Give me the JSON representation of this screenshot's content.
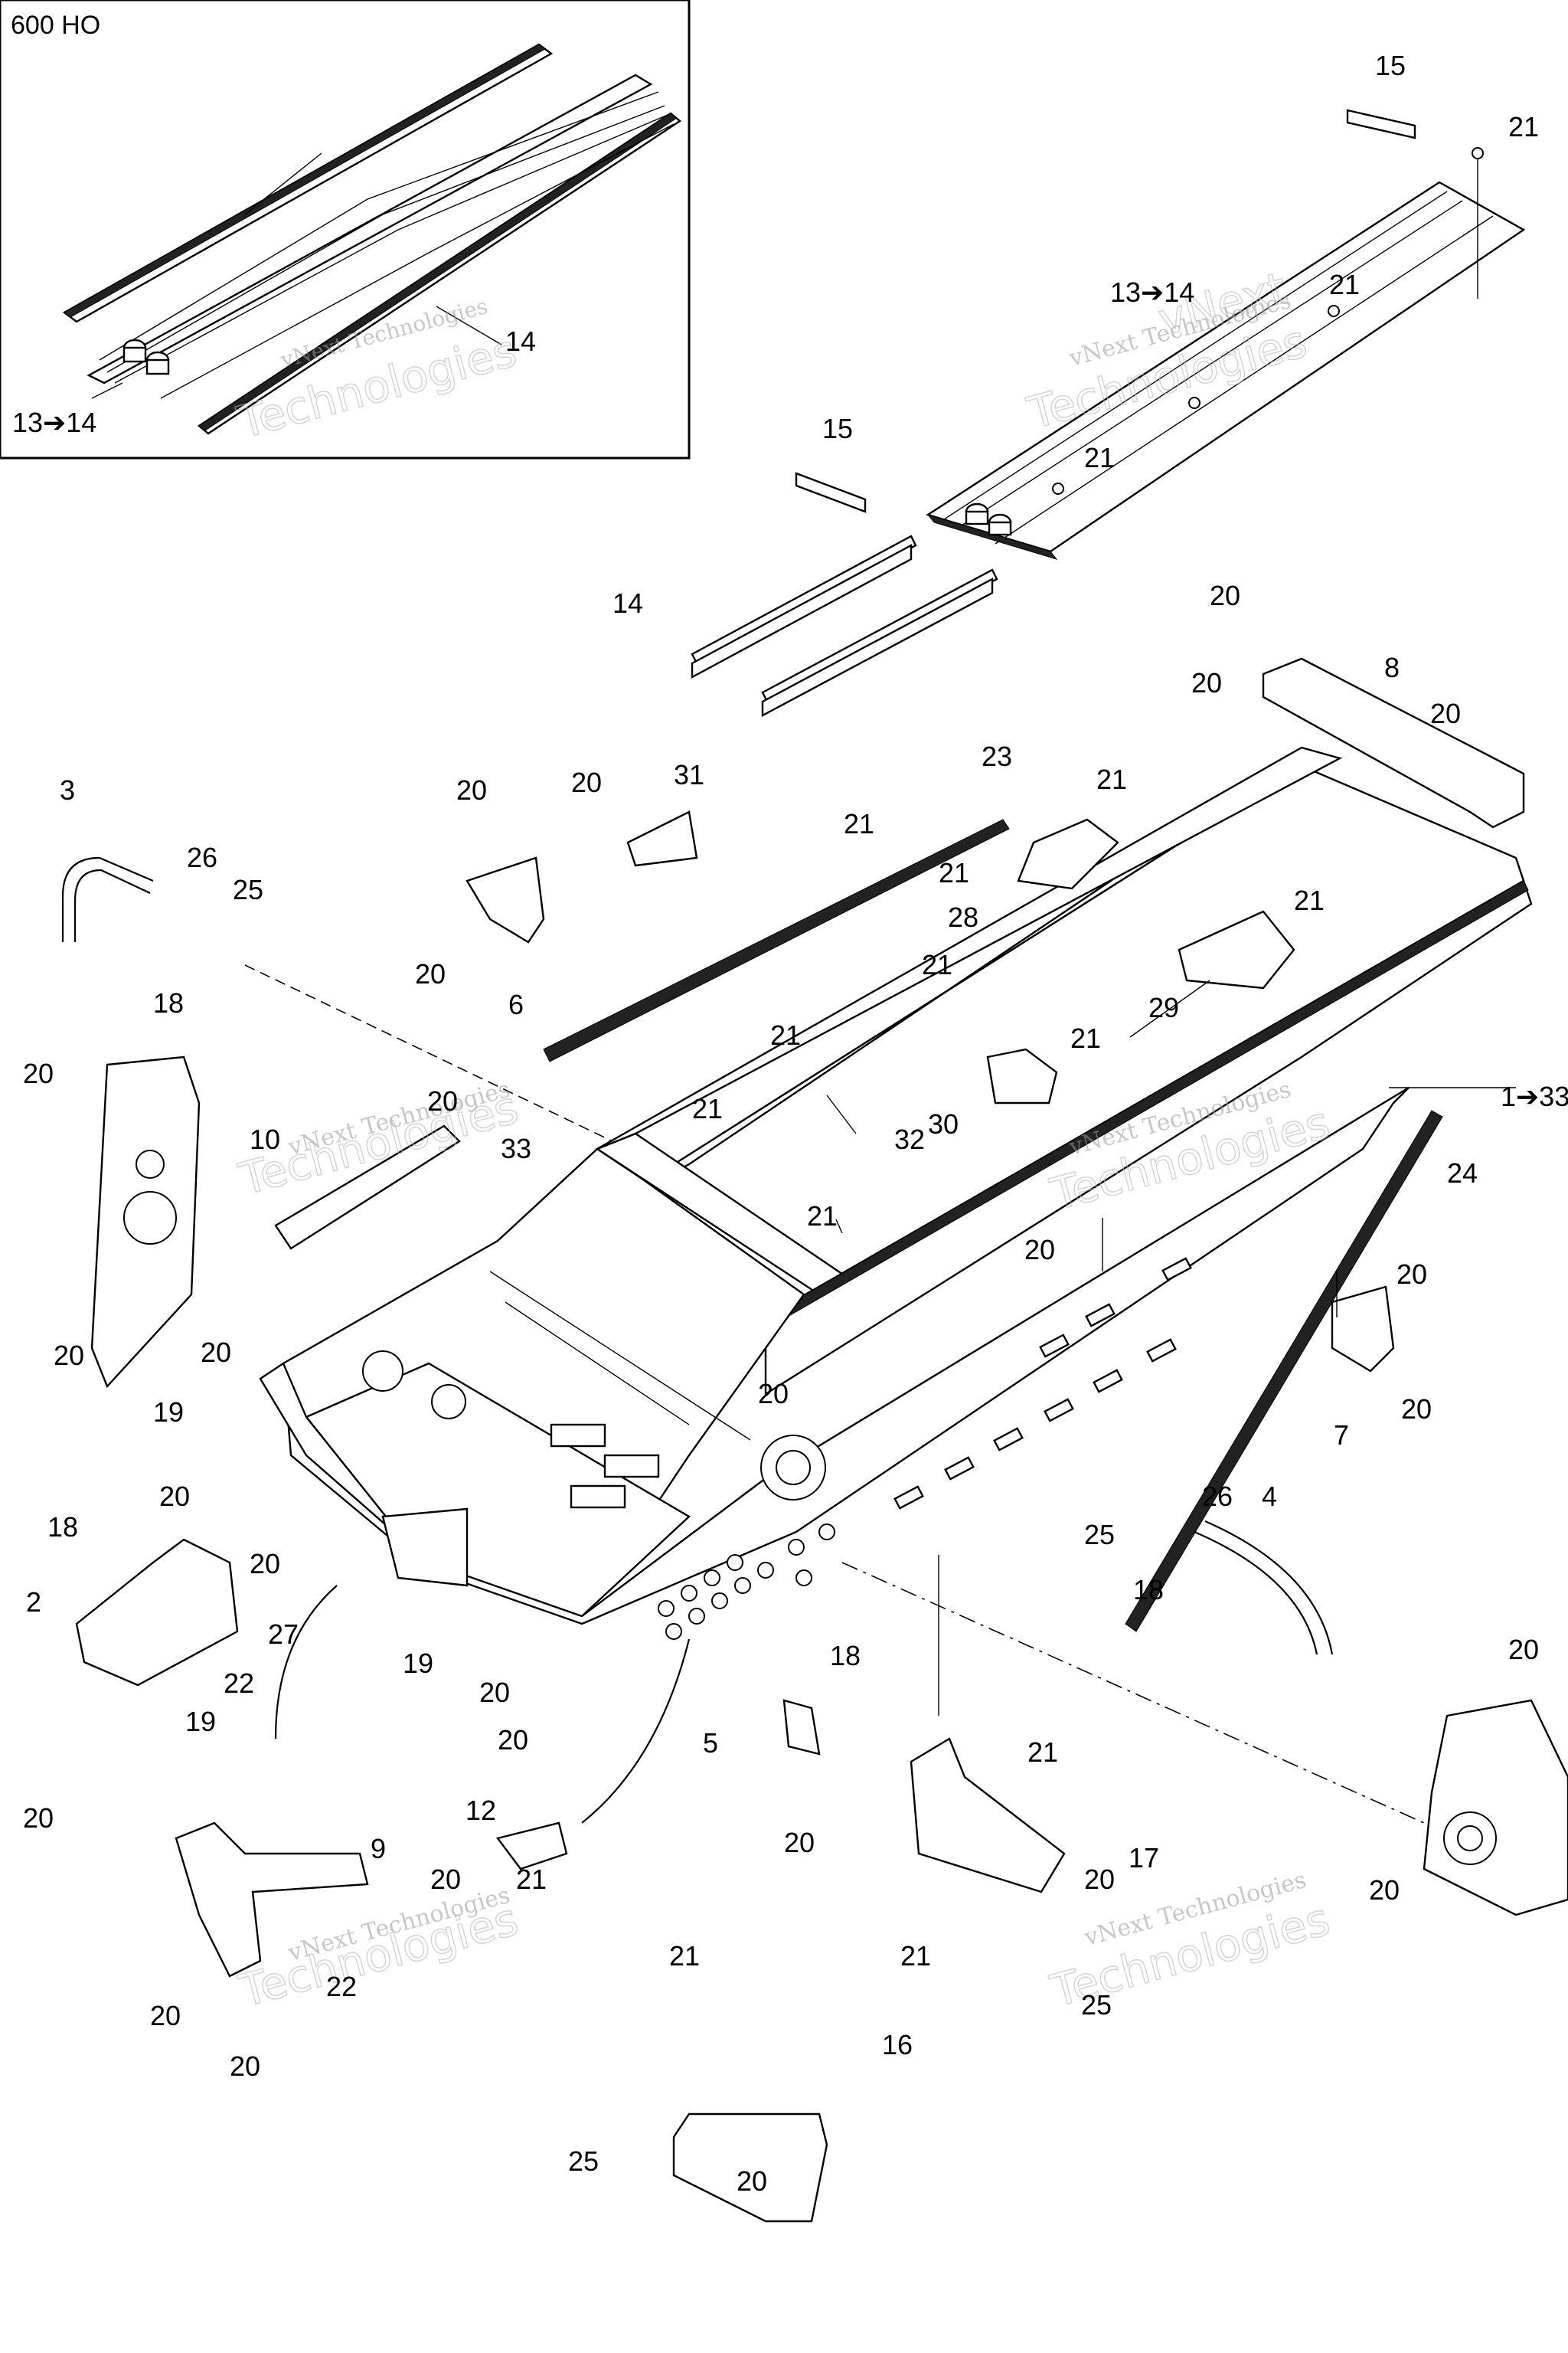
{
  "inset": {
    "title": "600 HO",
    "callouts": [
      "14",
      "13➔14"
    ]
  },
  "watermark": {
    "text": "vNext Technologies",
    "big_top": "vNext",
    "big_bottom": "Technologies"
  },
  "callouts": {
    "c1": "1➔33",
    "c2": "2",
    "c3": "3",
    "c4": "4",
    "c5": "5",
    "c6": "6",
    "c7": "7",
    "c8": "8",
    "c9": "9",
    "c10": "10",
    "c12": "12",
    "c13": "13➔14",
    "c14": "14",
    "c15a": "15",
    "c15b": "15",
    "c16": "16",
    "c17": "17",
    "c18": "18",
    "c19": "19",
    "c20": "20",
    "c21": "21",
    "c22": "22",
    "c23": "23",
    "c24": "24",
    "c25": "25",
    "c26": "26",
    "c27": "27",
    "c28": "28",
    "c29": "29",
    "c30": "30",
    "c31": "31",
    "c32": "32",
    "c33": "33"
  }
}
